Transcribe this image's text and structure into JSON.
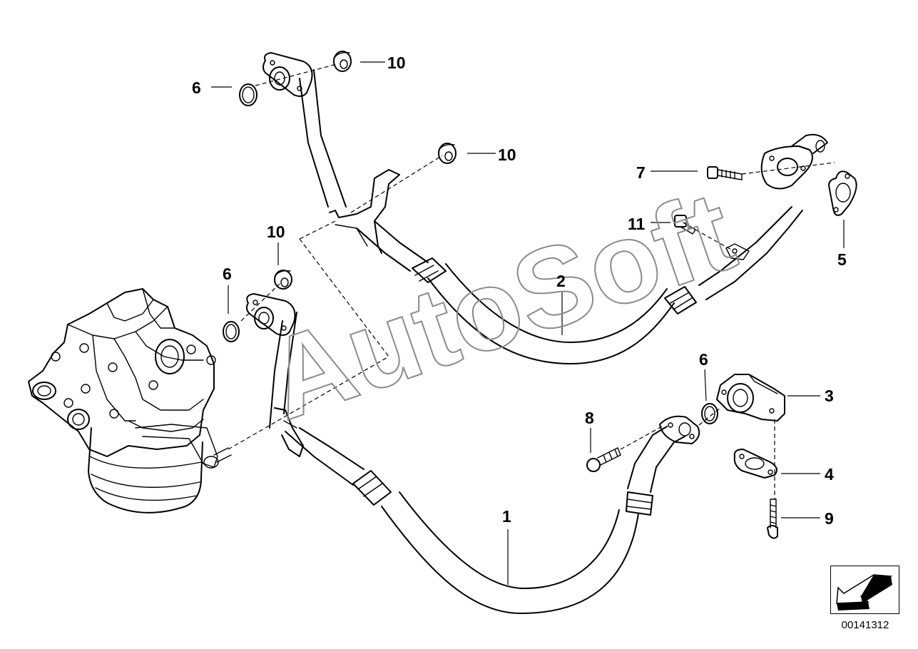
{
  "diagram": {
    "watermark": "AutoSoft",
    "reference_number": "00141312",
    "labels": {
      "l10a": "10",
      "l6a": "6",
      "l10b": "10",
      "l7": "7",
      "l11": "11",
      "l5": "5",
      "l10c": "10",
      "l6b": "6",
      "l2": "2",
      "l6c": "6",
      "l3": "3",
      "l8": "8",
      "l4": "4",
      "l9": "9",
      "l1": "1"
    }
  }
}
